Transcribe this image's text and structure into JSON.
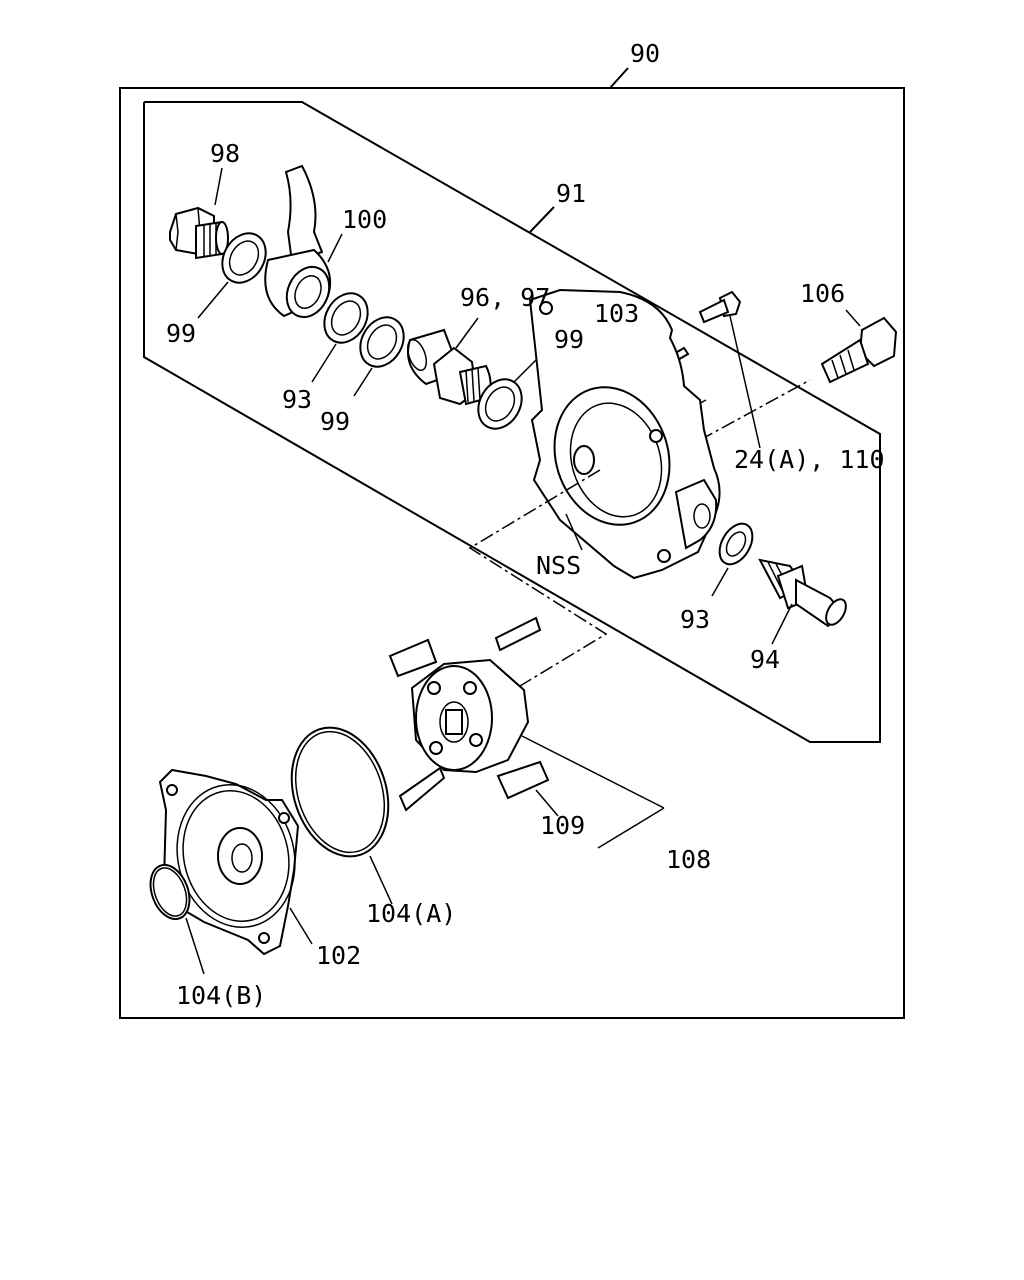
{
  "title": "",
  "labels": {
    "assembly": "90",
    "kit": "91",
    "bolt_98": "98",
    "pipe_100": "100",
    "washer_99_a": "99",
    "washer_93_a": "93",
    "washer_99_b": "99",
    "bolt_96_97": "96, 97",
    "washer_99_c": "99",
    "pin_103": "103",
    "bolt_106": "106",
    "screw_24_110": "24(A), 110",
    "nss": "NSS",
    "washer_93_b": "93",
    "connector_94": "94",
    "vane_109": "109",
    "rotor_108": "108",
    "oring_104a": "104(A)",
    "cover_102": "102",
    "oring_104b": "104(B)"
  }
}
